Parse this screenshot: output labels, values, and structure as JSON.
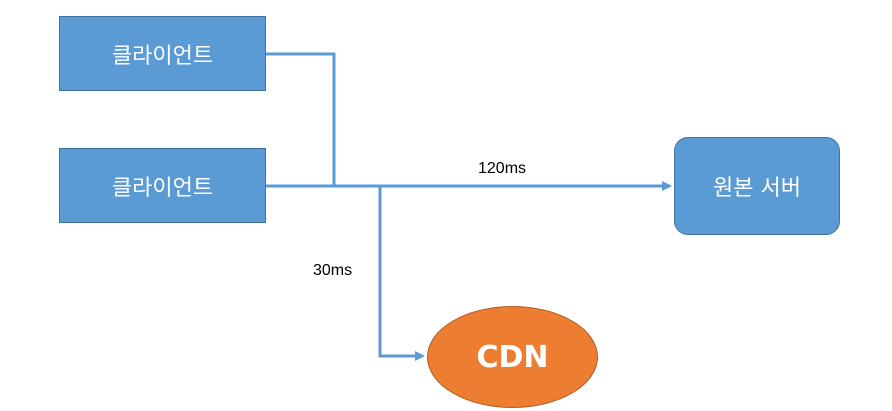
{
  "nodes": {
    "client_1": "클라이언트",
    "client_2": "클라이언트",
    "origin_server": "원본 서버",
    "cdn": "CDN"
  },
  "edges": {
    "to_origin_latency": "120ms",
    "to_cdn_latency": "30ms"
  },
  "colors": {
    "client": "#5b9bd5",
    "origin": "#5b9bd5",
    "cdn": "#ed7d31",
    "connector": "#5b9bd5"
  }
}
